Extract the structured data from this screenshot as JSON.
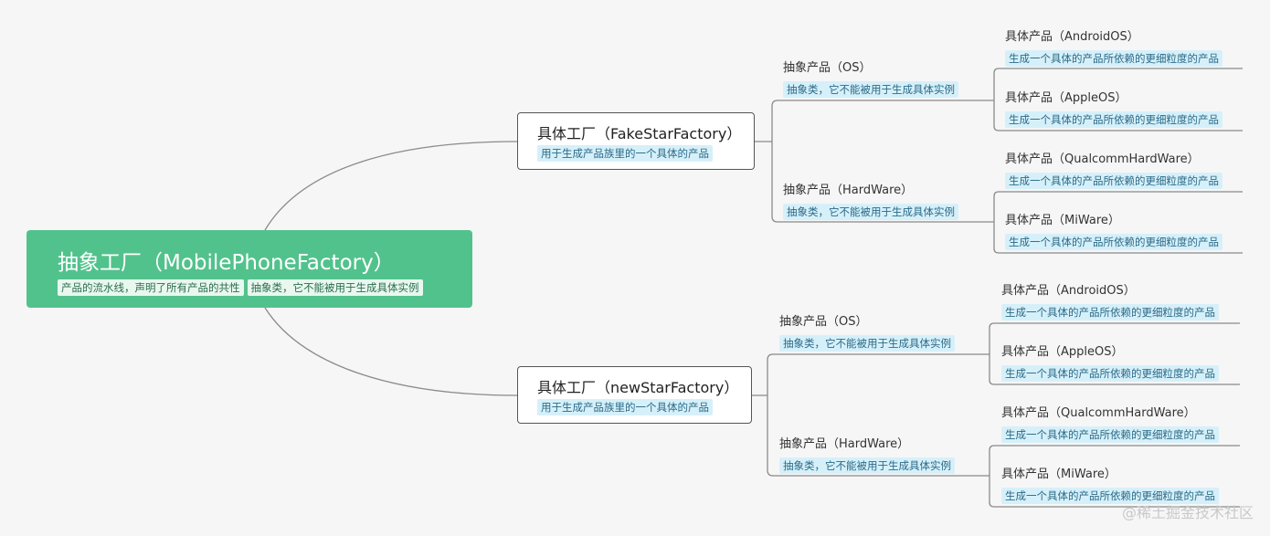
{
  "root": {
    "title": "抽象工厂（MobilePhoneFactory）",
    "notes": [
      "产品的流水线，声明了所有产品的共性",
      "抽象类，它不能被用于生成具体实例"
    ]
  },
  "factories": [
    {
      "title": "具体工厂（FakeStarFactory）",
      "note": "用于生成产品族里的一个具体的产品",
      "abstract_products": [
        {
          "title": "抽象产品（OS）",
          "note": "抽象类，它不能被用于生成具体实例",
          "concrete_products": [
            {
              "title": "具体产品（AndroidOS）",
              "note": "生成一个具体的产品所依赖的更细粒度的产品"
            },
            {
              "title": "具体产品（AppleOS）",
              "note": "生成一个具体的产品所依赖的更细粒度的产品"
            }
          ]
        },
        {
          "title": "抽象产品（HardWare）",
          "note": "抽象类，它不能被用于生成具体实例",
          "concrete_products": [
            {
              "title": "具体产品（QualcommHardWare）",
              "note": "生成一个具体的产品所依赖的更细粒度的产品"
            },
            {
              "title": "具体产品（MiWare）",
              "note": "生成一个具体的产品所依赖的更细粒度的产品"
            }
          ]
        }
      ]
    },
    {
      "title": "具体工厂（newStarFactory）",
      "note": "用于生成产品族里的一个具体的产品",
      "abstract_products": [
        {
          "title": "抽象产品（OS）",
          "note": "抽象类，它不能被用于生成具体实例",
          "concrete_products": [
            {
              "title": "具体产品（AndroidOS）",
              "note": "生成一个具体的产品所依赖的更细粒度的产品"
            },
            {
              "title": "具体产品（AppleOS）",
              "note": "生成一个具体的产品所依赖的更细粒度的产品"
            }
          ]
        },
        {
          "title": "抽象产品（HardWare）",
          "note": "抽象类，它不能被用于生成具体实例",
          "concrete_products": [
            {
              "title": "具体产品（QualcommHardWare）",
              "note": "生成一个具体的产品所依赖的更细粒度的产品"
            },
            {
              "title": "具体产品（MiWare）",
              "note": "生成一个具体的产品所依赖的更细粒度的产品"
            }
          ]
        }
      ]
    }
  ],
  "watermark": "@稀土掘金技术社区",
  "colors": {
    "root_fill": "#52c28c",
    "note_fill": "#d6f0fa",
    "line": "#8a8a8a",
    "background": "#f6f6f6"
  }
}
